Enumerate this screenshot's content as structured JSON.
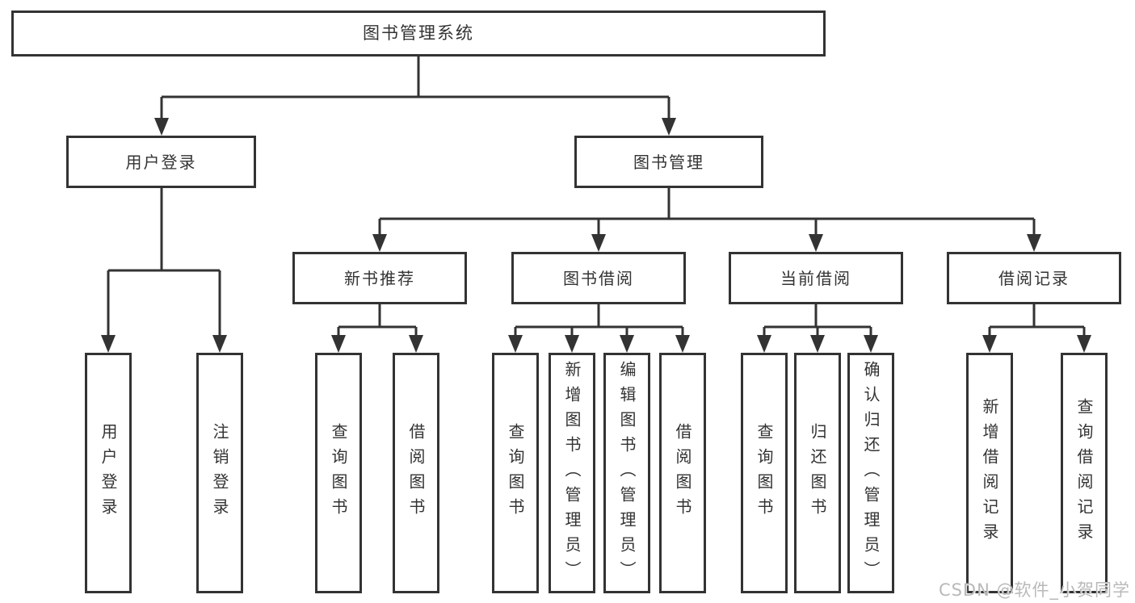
{
  "diagram": {
    "watermark": "CSDN @软件_小贺同学",
    "colors": {
      "line": "#333333",
      "text": "#333333",
      "background": "#ffffff",
      "watermark": "#b9b9b9"
    },
    "tree": {
      "label": "图书管理系统",
      "children": [
        {
          "label": "用户登录",
          "children": [
            {
              "label": "用户登录"
            },
            {
              "label": "注销登录"
            }
          ]
        },
        {
          "label": "图书管理",
          "children": [
            {
              "label": "新书推荐",
              "children": [
                {
                  "label": "查询图书"
                },
                {
                  "label": "借阅图书"
                }
              ]
            },
            {
              "label": "图书借阅",
              "children": [
                {
                  "label": "查询图书"
                },
                {
                  "label": "新增图书（管理员）"
                },
                {
                  "label": "编辑图书（管理员）"
                },
                {
                  "label": "借阅图书"
                }
              ]
            },
            {
              "label": "当前借阅",
              "children": [
                {
                  "label": "查询图书"
                },
                {
                  "label": "归还图书"
                },
                {
                  "label": "确认归还（管理员）"
                }
              ]
            },
            {
              "label": "借阅记录",
              "children": [
                {
                  "label": "新增借阅记录"
                },
                {
                  "label": "查询借阅记录"
                }
              ]
            }
          ]
        }
      ]
    }
  }
}
